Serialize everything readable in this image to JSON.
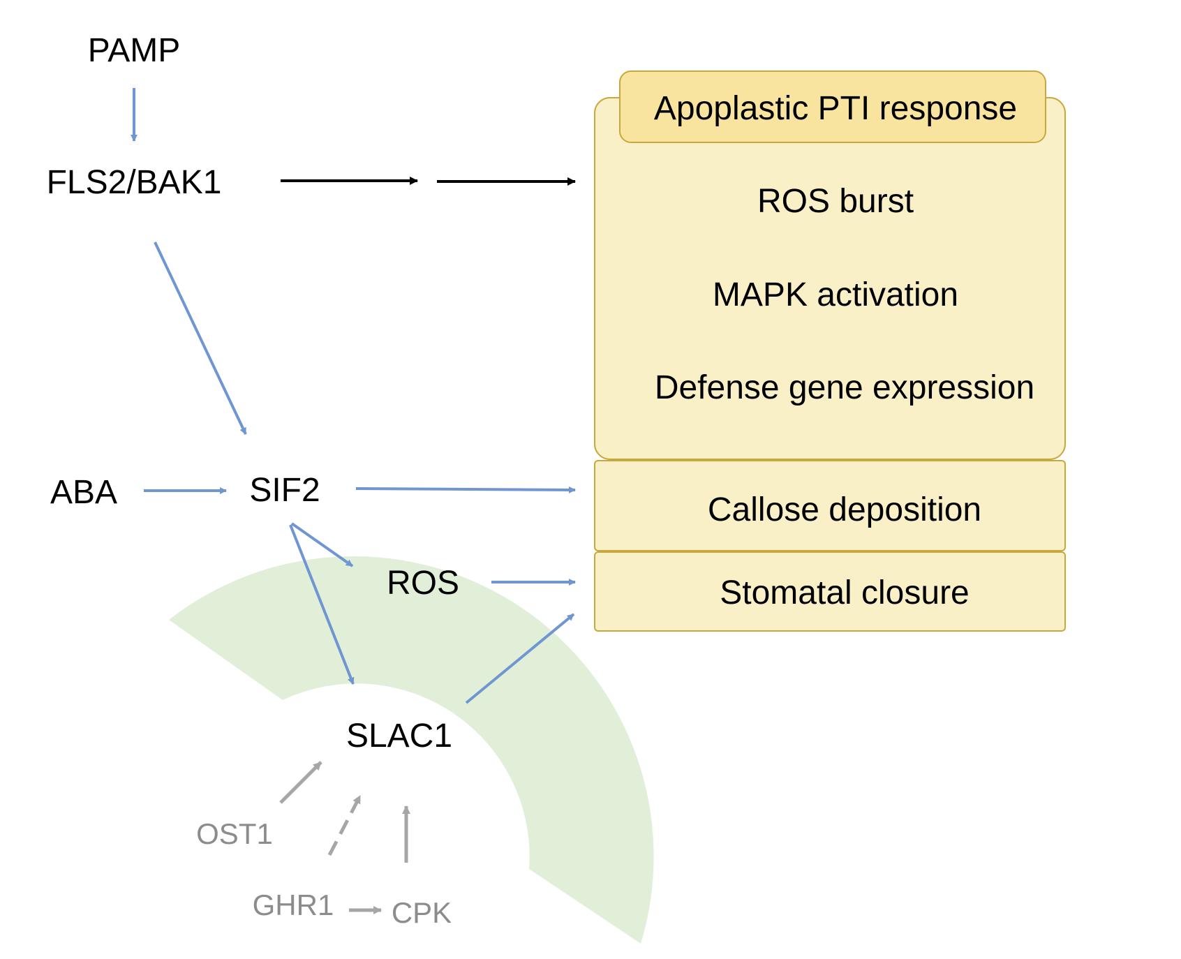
{
  "colors": {
    "blue_arrow": "#6f96d1",
    "black_arrow": "#000000",
    "gray_arrow": "#a6a6a6",
    "green_arc": "#e1efd9",
    "box_fill": "#faf0c8",
    "box_header_fill": "#f8e49e",
    "box_border": "#c8a83a",
    "gray_text": "#8c8c8c"
  },
  "nodes": {
    "pamp": "PAMP",
    "fls2_bak1": "FLS2/BAK1",
    "aba": "ABA",
    "sif2": "SIF2",
    "ros": "ROS",
    "slac1": "SLAC1",
    "ost1": "OST1",
    "ghr1": "GHR1",
    "cpk": "CPK"
  },
  "response_box": {
    "header": "Apoplastic PTI response",
    "items": [
      "ROS burst",
      "MAPK activation",
      "Defense gene expression"
    ],
    "callose": "Callose deposition",
    "stomatal": "Stomatal closure"
  }
}
